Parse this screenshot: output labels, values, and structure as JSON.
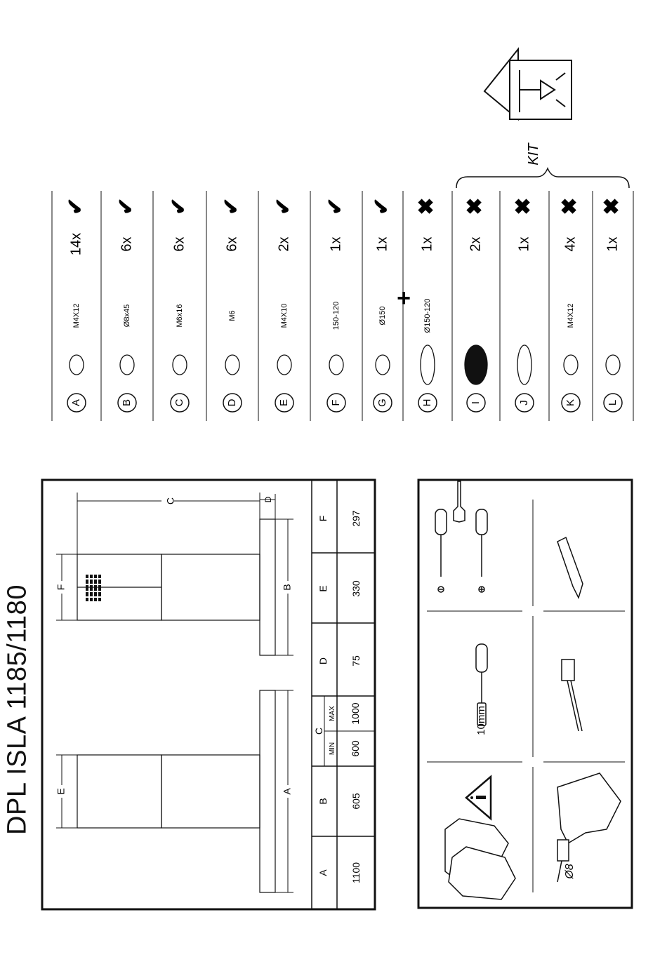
{
  "title": "DPL ISLA 1185/1180",
  "kit_label": "KIT",
  "parts": [
    {
      "letter": "A",
      "spec": "M4X12",
      "qty": "14x",
      "included": true,
      "icon": "screw-icon"
    },
    {
      "letter": "B",
      "spec": "Ø8x45",
      "qty": "6x",
      "included": true,
      "icon": "wall-plug-bolt-icon"
    },
    {
      "letter": "C",
      "spec": "M6x16",
      "qty": "6x",
      "included": true,
      "icon": "hex-bolt-icon"
    },
    {
      "letter": "D",
      "spec": "M6",
      "qty": "6x",
      "included": true,
      "icon": "washer-icon"
    },
    {
      "letter": "E",
      "spec": "M4X10",
      "qty": "2x",
      "included": true,
      "icon": "screw-icon"
    },
    {
      "letter": "F",
      "spec": "150-120",
      "qty": "1x",
      "included": true,
      "icon": "reducer-icon"
    },
    {
      "letter": "G",
      "spec": "Ø150",
      "qty": "1x",
      "included": true,
      "icon": "flap-icon"
    },
    {
      "letter": "H",
      "spec": "Ø150-120",
      "qty": "1x",
      "included": false,
      "icon": "flexible-duct-icon"
    },
    {
      "letter": "I",
      "spec": "",
      "qty": "2x",
      "included": false,
      "icon": "carbon-filter-icon"
    },
    {
      "letter": "J",
      "spec": "",
      "qty": "1x",
      "included": false,
      "icon": "deflector-icon"
    },
    {
      "letter": "K",
      "spec": "M4X12",
      "qty": "4x",
      "included": false,
      "icon": "screw-icon"
    },
    {
      "letter": "L",
      "spec": "",
      "qty": "1x",
      "included": false,
      "icon": "connector-icon"
    }
  ],
  "dimensions": {
    "headers": [
      "A",
      "B",
      "C",
      "D",
      "E",
      "F"
    ],
    "c_sub": [
      "MIN",
      "MAX"
    ],
    "values": {
      "A": "1100",
      "B": "605",
      "C_min": "600",
      "C_max": "1000",
      "D": "75",
      "E": "330",
      "F": "297"
    }
  },
  "diagram_labels": {
    "A": "A",
    "B": "B",
    "C": "C",
    "D": "D",
    "E": "E",
    "F": "F"
  },
  "tools": {
    "wrench_size": "10mm",
    "drill_bit": "Ø8"
  },
  "colors": {
    "line": "#111111",
    "background": "#ffffff"
  }
}
